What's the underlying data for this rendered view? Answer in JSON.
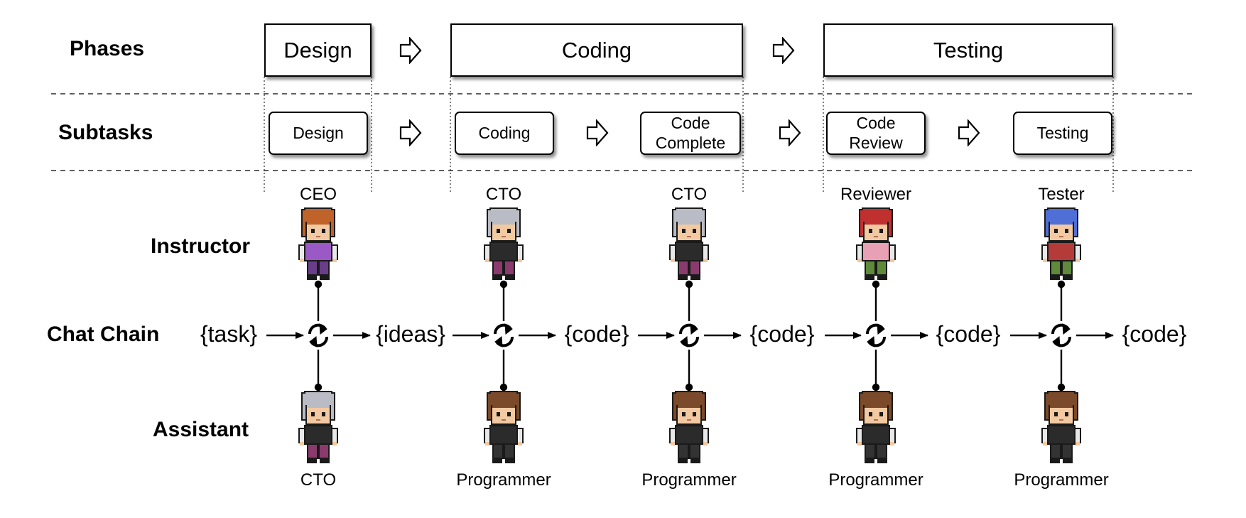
{
  "rows": {
    "phases": "Phases",
    "subtasks": "Subtasks",
    "instructor": "Instructor",
    "chat_chain": "Chat Chain",
    "assistant": "Assistant"
  },
  "phases": [
    "Design",
    "Coding",
    "Testing"
  ],
  "subtasks": [
    "Design",
    "Coding",
    "Code\nComplete",
    "Code\nReview",
    "Testing"
  ],
  "instructors": [
    "CEO",
    "CTO",
    "CTO",
    "Reviewer",
    "Tester"
  ],
  "assistants": [
    "CTO",
    "Programmer",
    "Programmer",
    "Programmer",
    "Programmer"
  ],
  "chain_tokens": [
    "{task}",
    "{ideas}",
    "{code}",
    "{code}",
    "{code}",
    "{code}"
  ],
  "icons": {
    "phase_arrow": "hollow-right-arrow-icon",
    "chat_node": "chat-cycle-icon",
    "flow_arrow": "right-arrow-icon"
  },
  "avatars": {
    "ceo": {
      "hair": "#c0632a",
      "shirt": "#9b59c6",
      "pants": "#6a3d8a"
    },
    "cto": {
      "hair": "#b9bcc4",
      "shirt": "#2b2b2b",
      "pants": "#8b3a6e"
    },
    "reviewer": {
      "hair": "#c0302f",
      "shirt": "#e8a0b4",
      "pants": "#5f8a3a"
    },
    "tester": {
      "hair": "#4f6fd6",
      "shirt": "#b53a3a",
      "pants": "#5f8a3a"
    },
    "programmer": {
      "hair": "#7a4a2a",
      "shirt": "#2b2b2b",
      "pants": "#333333"
    }
  }
}
